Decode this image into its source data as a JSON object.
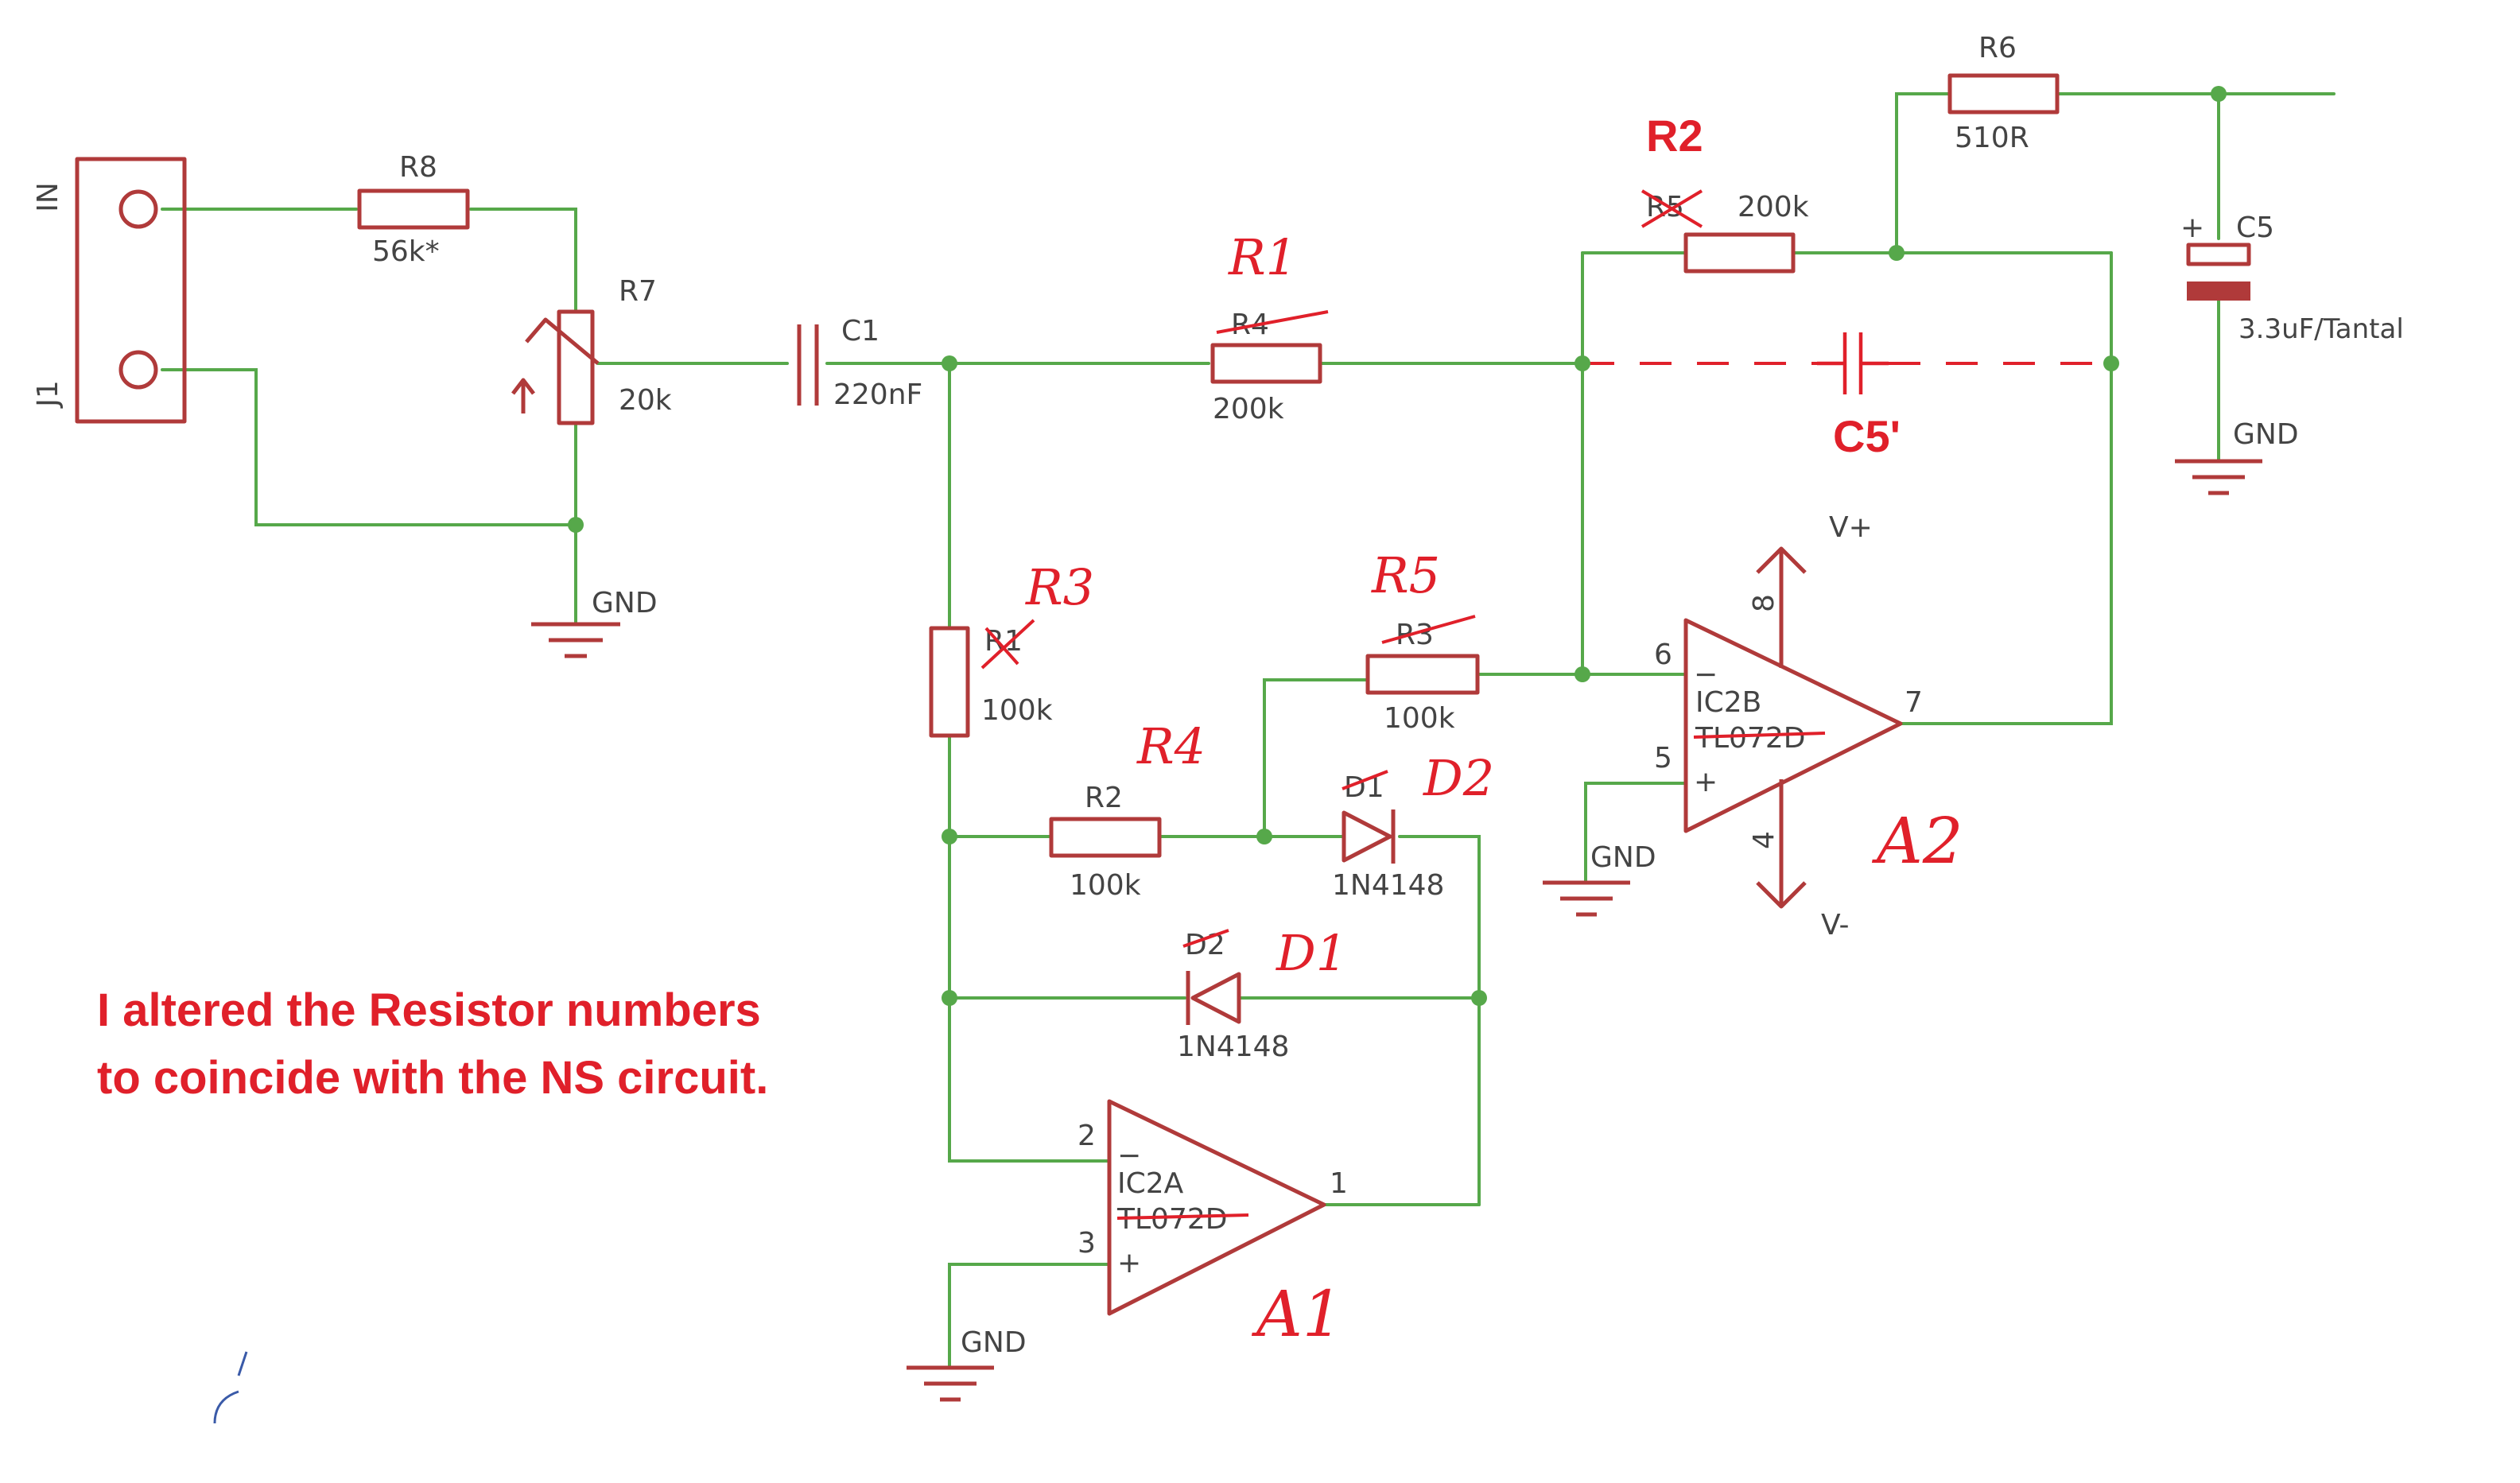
{
  "connector": {
    "ref": "J1",
    "pin_label": "IN"
  },
  "components": {
    "R8": {
      "ref": "R8",
      "value": "56k*"
    },
    "R7": {
      "ref": "R7",
      "value": "20k"
    },
    "C1": {
      "ref": "C1",
      "value": "220nF"
    },
    "R4": {
      "ref": "R4",
      "value": "200k",
      "new_ref": "R1"
    },
    "R5": {
      "ref": "R5",
      "value": "200k",
      "new_ref": "R2"
    },
    "R6": {
      "ref": "R6",
      "value": "510R"
    },
    "C5": {
      "ref": "C5",
      "value": "3.3uF/Tantal",
      "polarity": "+"
    },
    "C5p": {
      "ref": "C5'"
    },
    "R1": {
      "ref": "R1",
      "value": "100k",
      "new_ref": "R3"
    },
    "R3": {
      "ref": "R3",
      "value": "100k",
      "new_ref": "R5"
    },
    "R2": {
      "ref": "R2",
      "value": "100k",
      "new_ref": "R4"
    },
    "D1": {
      "ref": "D1",
      "value": "1N4148",
      "new_ref": "D2"
    },
    "D2": {
      "ref": "D2",
      "value": "1N4148",
      "new_ref": "D1"
    },
    "IC2A": {
      "ref": "IC2A",
      "value": "TL072D",
      "new_ref": "A1",
      "pin_inv": "2",
      "pin_noninv": "3",
      "pin_out": "1",
      "minus": "−",
      "plus": "+"
    },
    "IC2B": {
      "ref": "IC2B",
      "value": "TL072D",
      "new_ref": "A2",
      "pin_inv": "6",
      "pin_noninv": "5",
      "pin_out": "7",
      "pin_vplus": "8",
      "pin_vminus": "4",
      "minus": "−",
      "plus": "+"
    }
  },
  "power": {
    "gnd": "GND",
    "vplus": "V+",
    "vminus": "V-",
    "arrow": "↑"
  },
  "note": {
    "line1": "I altered the Resistor numbers",
    "line2": "to coincide with the NS circuit."
  },
  "colors": {
    "wire": "#56a84a",
    "component": "#b03a3a",
    "annotation": "#e0202a",
    "text": "#444444"
  }
}
